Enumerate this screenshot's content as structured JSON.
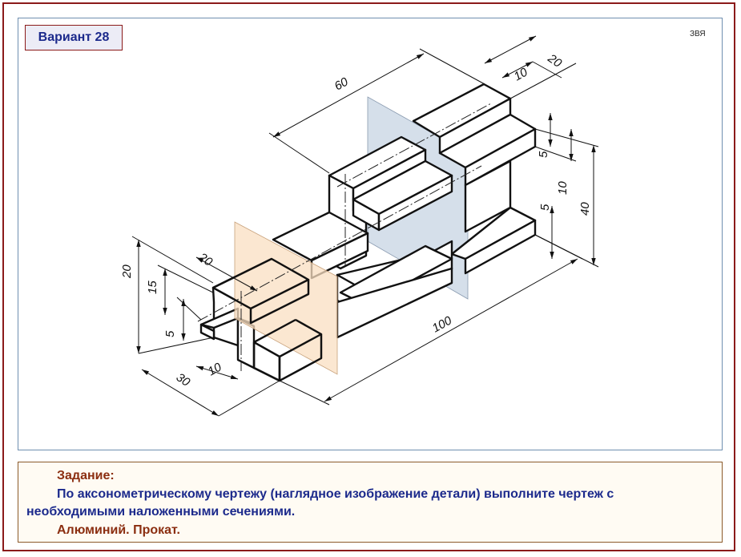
{
  "variant": {
    "label": "Вариант 28"
  },
  "corner_code": "ЗВЯ",
  "dimensions": {
    "length_60": "60",
    "width_20_top": "20",
    "slot_10_top": "10",
    "height_5_a": "5",
    "height_10_b": "10",
    "height_5_c": "5",
    "height_40": "40",
    "length_100": "100",
    "height_20": "20",
    "height_15": "15",
    "height_5": "5",
    "width_20_front": "20",
    "slot_10_bottom": "10",
    "width_30": "30"
  },
  "task": {
    "title": "Задание:",
    "text_line1": "По аксонометрическому чертежу (наглядное изображение детали) выполните чертеж с",
    "text_line2": "необходимыми наложенными сечениями.",
    "material": "Алюминий. Прокат."
  },
  "colors": {
    "frame": "#8b1a1a",
    "badge_text": "#1c2a8c",
    "section_plane_front": "#f9dfc2",
    "section_plane_back": "#d5dfea"
  }
}
